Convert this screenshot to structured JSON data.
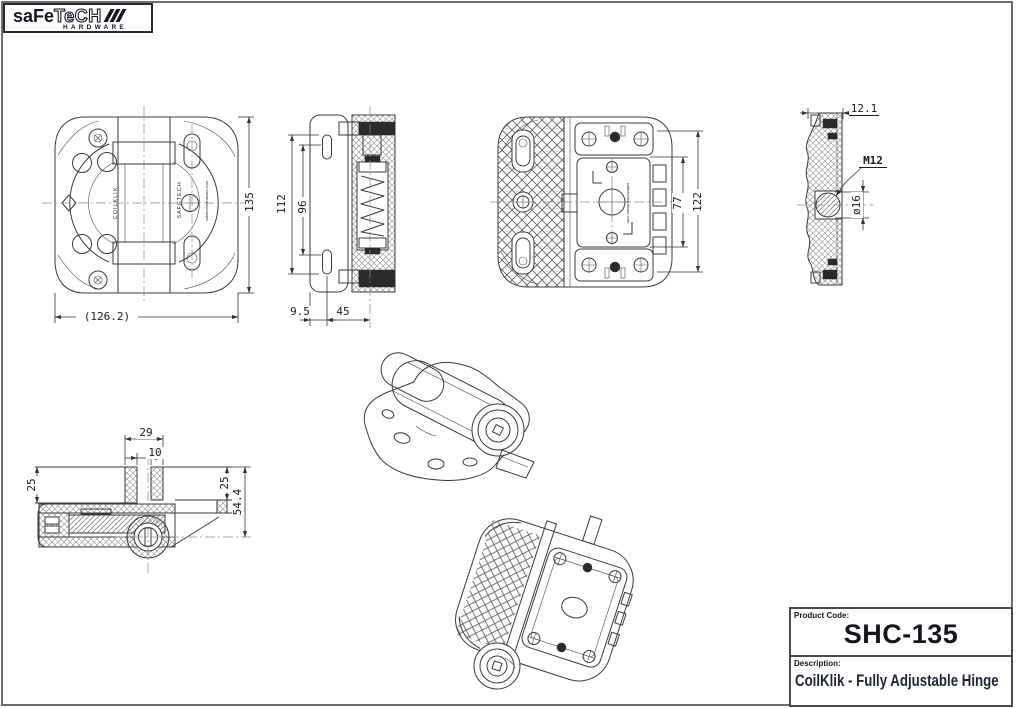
{
  "logo": {
    "brand_solid": "saFe",
    "brand_outline": "TeCH",
    "tagline": "HARDWARE"
  },
  "title_block": {
    "product_code_label": "Product Code:",
    "product_code": "SHC-135",
    "description_label": "Description:",
    "description": "CoilKlik - Fully Adjustable Hinge"
  },
  "views": {
    "front": {
      "dim_height": "135",
      "dim_width": "(126.2)",
      "marking_coilklik": "COILKLIK",
      "marking_safetech": "SAFETECH",
      "marking_url": "safetechhardware.com"
    },
    "side_section": {
      "dim_hole_span": "112",
      "dim_inner_span": "96",
      "dim_offset": "9.5",
      "dim_depth": "45"
    },
    "back": {
      "dim_plate_height": "77",
      "dim_assembly_height": "122",
      "marking_url": "safetechhardware.com"
    },
    "edge_profile": {
      "dim_thickness": "12.1",
      "thread_callout": "M12",
      "dim_diameter": "ø16"
    },
    "corner_section": {
      "dim_overall": "29",
      "dim_gap": "10",
      "dim_left_inset": "25",
      "dim_right_inset": "25",
      "dim_total_height": "54.4"
    }
  }
}
